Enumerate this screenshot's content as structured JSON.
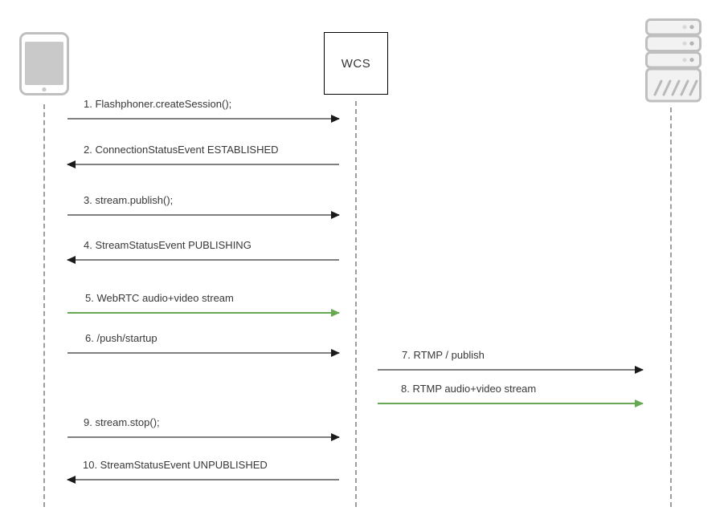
{
  "diagram": {
    "type": "sequence",
    "actors": {
      "client": {
        "icon": "tablet-icon"
      },
      "wcs": {
        "label": "WCS"
      },
      "server": {
        "icon": "server-icon"
      }
    },
    "messages": [
      {
        "num": 1,
        "label": "1. Flashphoner.createSession();",
        "from": "client",
        "to": "wcs",
        "direction": "right",
        "style": "signal"
      },
      {
        "num": 2,
        "label": "2. ConnectionStatusEvent ESTABLISHED",
        "from": "wcs",
        "to": "client",
        "direction": "left",
        "style": "signal"
      },
      {
        "num": 3,
        "label": "3. stream.publish();",
        "from": "client",
        "to": "wcs",
        "direction": "right",
        "style": "signal"
      },
      {
        "num": 4,
        "label": "4. StreamStatusEvent PUBLISHING",
        "from": "wcs",
        "to": "client",
        "direction": "left",
        "style": "signal"
      },
      {
        "num": 5,
        "label": "5. WebRTC audio+video stream",
        "from": "client",
        "to": "wcs",
        "direction": "right",
        "style": "media"
      },
      {
        "num": 6,
        "label": "6. /push/startup",
        "from": "client",
        "to": "wcs",
        "direction": "right",
        "style": "signal"
      },
      {
        "num": 7,
        "label": "7. RTMP / publish",
        "from": "wcs",
        "to": "server",
        "direction": "right",
        "style": "signal"
      },
      {
        "num": 8,
        "label": "8. RTMP audio+video stream",
        "from": "wcs",
        "to": "server",
        "direction": "right",
        "style": "media"
      },
      {
        "num": 9,
        "label": "9. stream.stop();",
        "from": "client",
        "to": "wcs",
        "direction": "right",
        "style": "signal"
      },
      {
        "num": 10,
        "label": "10. StreamStatusEvent UNPUBLISHED",
        "from": "wcs",
        "to": "client",
        "direction": "left",
        "style": "signal"
      }
    ],
    "colors": {
      "arrow_line": "#7f7f7f",
      "arrow_head": "#1a1a1a",
      "media_green": "#67a853",
      "lifeline": "#9e9e9e",
      "icon_stroke": "#bfbfbf",
      "icon_fill": "#f2f2f2",
      "screen_fill": "#c9c9c9",
      "text": "#383838"
    }
  }
}
